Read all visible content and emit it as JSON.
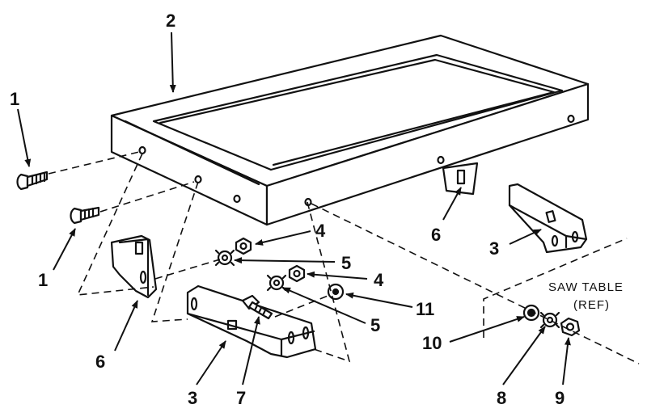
{
  "callouts": {
    "c2": "2",
    "c1_top": "1",
    "c1_bottom": "1",
    "c6_right": "6",
    "c3_right": "3",
    "c4_top": "4",
    "c5_top": "5",
    "c4_mid": "4",
    "c11": "11",
    "c5_mid": "5",
    "c6_left": "6",
    "c3_left": "3",
    "c7": "7",
    "c10": "10",
    "c8": "8",
    "c9": "9"
  },
  "saw_table": {
    "line1": "SAW TABLE",
    "line2": "(REF)"
  }
}
